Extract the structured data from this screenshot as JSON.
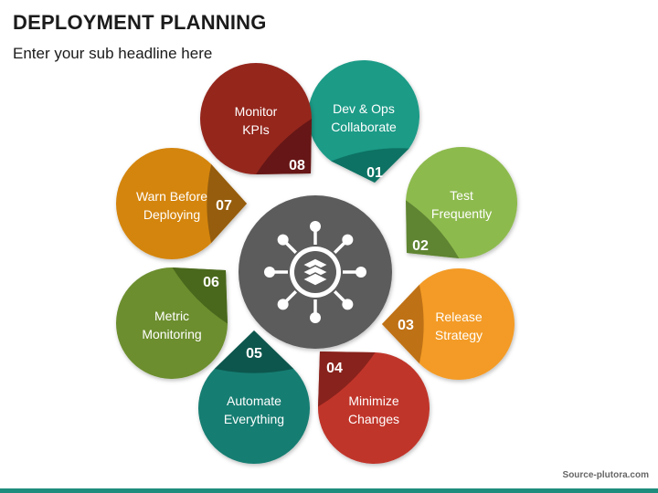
{
  "header": {
    "title": "DEPLOYMENT PLANNING",
    "subtitle": "Enter your sub headline here"
  },
  "footer": {
    "source": "Source-plutora.com"
  },
  "center": {
    "icon": "network-layers-icon",
    "color": "#5b5b5b"
  },
  "steps": [
    {
      "number": "01",
      "line1": "Dev & Ops",
      "line2": "Collaborate",
      "color": "#1a9b87",
      "dark": "#0e6b5d"
    },
    {
      "number": "02",
      "line1": "Test",
      "line2": "Frequently",
      "color": "#8dba4e",
      "dark": "#567a2c"
    },
    {
      "number": "03",
      "line1": "Release",
      "line2": "Strategy",
      "color": "#f39b28",
      "dark": "#b56a0e"
    },
    {
      "number": "04",
      "line1": "Minimize",
      "line2": "Changes",
      "color": "#c0352c",
      "dark": "#7e1f1a"
    },
    {
      "number": "05",
      "line1": "Automate",
      "line2": "Everything",
      "color": "#137d72",
      "dark": "#0b4f48"
    },
    {
      "number": "06",
      "line1": "Metric",
      "line2": "Monitoring",
      "color": "#6c8e2e",
      "dark": "#44601b"
    },
    {
      "number": "07",
      "line1": "Warn Before",
      "line2": "Deploying",
      "color": "#d4850f",
      "dark": "#8a560a"
    },
    {
      "number": "08",
      "line1": "Monitor",
      "line2": "KPIs",
      "color": "#95261f",
      "dark": "#5e1713"
    }
  ]
}
